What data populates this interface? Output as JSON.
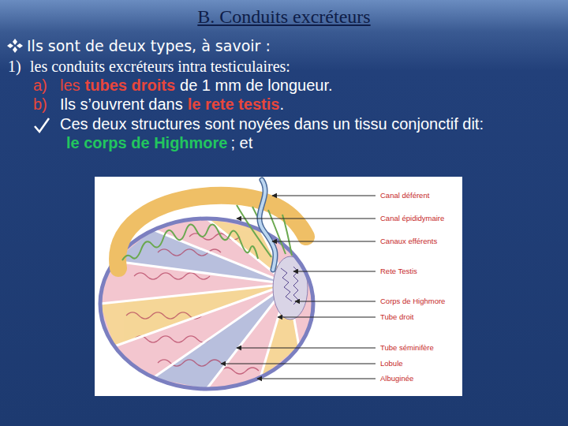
{
  "diagram": {
    "title": "B. Conduits excréteurs",
    "labels": [
      "Ils sont de deux types, à savoir :",
      "1)",
      "les conduits excréteurs intra testiculaires:",
      "a)",
      "les",
      "tubes droits",
      "de 1 mm de longueur.",
      "b)",
      "Ils s’ouvrent dans",
      "le rete testis",
      ".",
      "Ces deux structures sont noyées dans un tissu conjonctif dit:",
      "le corps de Highmore",
      "; et",
      "Canal déférent",
      "Canal épididymaire",
      "Canaux efférents",
      "Rete Testis",
      "Corps de Highmore",
      "Tube droit",
      "Tube séminifère",
      "Lobule",
      "Albuginée"
    ]
  }
}
